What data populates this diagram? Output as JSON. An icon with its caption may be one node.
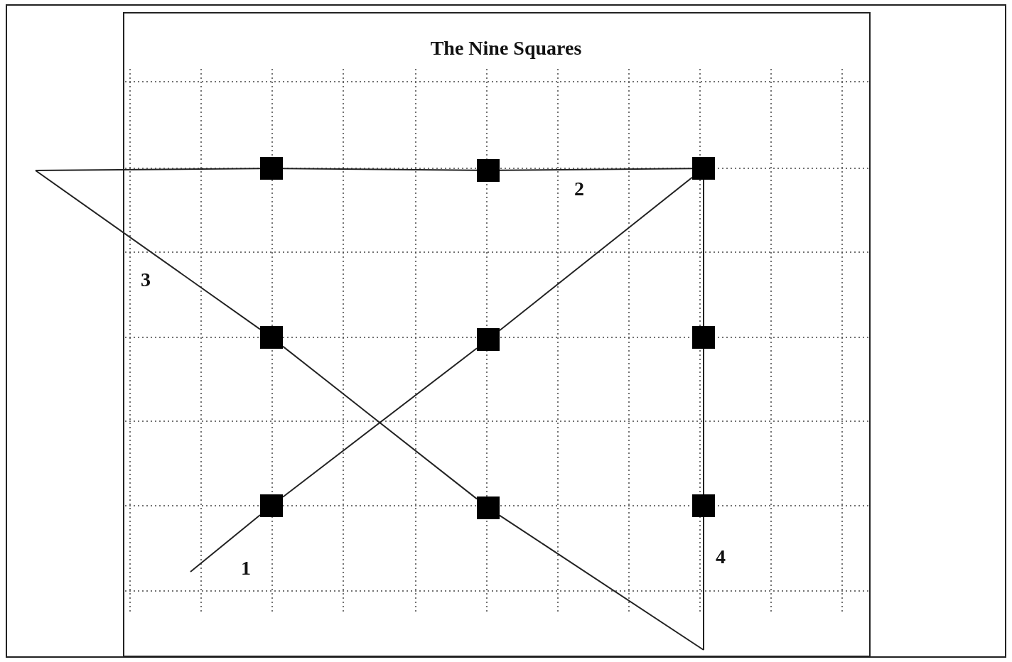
{
  "diagram": {
    "title": "The Nine Squares",
    "nodes": [
      {
        "text": [],
        "shape": "box"
      },
      {
        "text": [],
        "shape": "box"
      },
      {
        "text": [],
        "shape": "box"
      },
      {
        "text": [],
        "shape": "box"
      },
      {
        "text": [],
        "shape": "box"
      },
      {
        "text": [],
        "shape": "box"
      },
      {
        "text": [],
        "shape": "box"
      },
      {
        "text": [],
        "shape": "box"
      },
      {
        "text": [],
        "shape": "box"
      }
    ],
    "edges": [
      {
        "from": null,
        "to": 6,
        "arrow": "none"
      },
      {
        "from": 6,
        "to": 4,
        "arrow": "none"
      },
      {
        "from": 4,
        "to": 2,
        "arrow": "none"
      },
      {
        "from": 2,
        "to": 1,
        "arrow": "none"
      },
      {
        "from": 1,
        "to": 0,
        "arrow": "none"
      },
      {
        "from": 0,
        "to": null,
        "arrow": "none"
      },
      {
        "from": null,
        "to": 3,
        "arrow": "none"
      },
      {
        "from": 3,
        "to": 7,
        "arrow": "none"
      },
      {
        "from": 7,
        "to": null,
        "arrow": "none"
      },
      {
        "from": null,
        "to": 8,
        "arrow": "none"
      },
      {
        "from": 8,
        "to": 5,
        "arrow": "none"
      },
      {
        "from": 5,
        "to": 2,
        "arrow": "none"
      }
    ],
    "labels": [
      "2",
      "3",
      "4",
      "1"
    ]
  }
}
